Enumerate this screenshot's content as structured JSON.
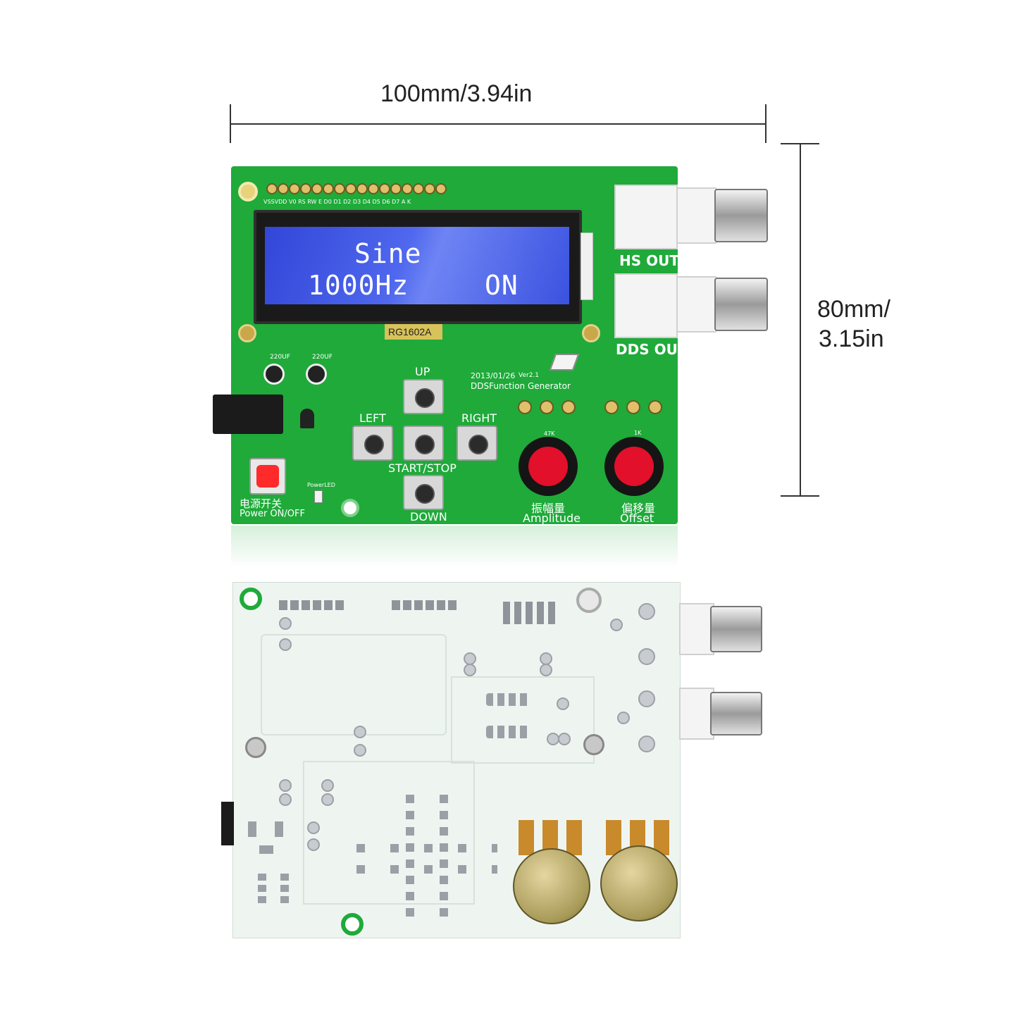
{
  "dimensions": {
    "width_label": "100mm/3.94in",
    "height_label_line1": "80mm/",
    "height_label_line2": "3.15in"
  },
  "lcd": {
    "line1": "Sine",
    "line2_left": "1000Hz",
    "line2_right": "ON",
    "model": "RG1602A"
  },
  "pin_header_label": "VSSVDD V0  RS  RW  E   D0  D1  D2  D3  D4  D5  D6  D7   A    K",
  "outputs": {
    "hs_out": "HS OUT",
    "dds_out": "DDS OUT"
  },
  "board_info": {
    "date": "2013/01/26",
    "version": "Ver2.1",
    "name": "DDSFunction Generator"
  },
  "buttons": {
    "up": "UP",
    "left": "LEFT",
    "right": "RIGHT",
    "start_stop": "START/STOP",
    "down": "DOWN"
  },
  "power": {
    "label_cn": "电源开关",
    "label_en": "Power ON/OFF",
    "led_label": "PowerLED",
    "cap1": "220UF",
    "cap2": "220UF"
  },
  "knobs": {
    "amplitude_cn": "振幅量",
    "amplitude_en": "Amplitude",
    "amplitude_res": "47K",
    "offset_cn": "偏移量",
    "offset_en": "Offset",
    "offset_res": "1K"
  },
  "colors": {
    "pcb_green": "#1faa3a",
    "lcd_blue": "#3f55e0",
    "back_board": "#eef5f1",
    "knob_red": "#e2102a"
  }
}
